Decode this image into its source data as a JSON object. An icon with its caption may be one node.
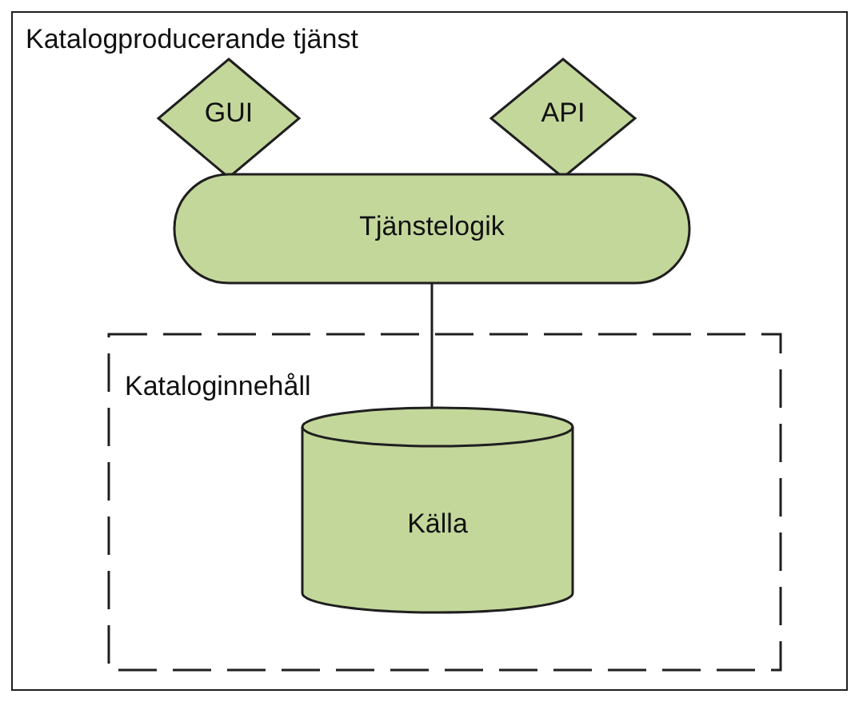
{
  "diagram": {
    "nodes": [
      {
        "text": [
          "Katalogproducerande tjänst"
        ]
      },
      {
        "text": [
          "GUI"
        ],
        "in": 0
      },
      {
        "text": [
          "API"
        ],
        "in": 0
      },
      {
        "text": [
          "Tjänstelogik"
        ],
        "in": 0
      },
      {
        "text": [
          "Kataloginnehåll"
        ],
        "in": 0
      },
      {
        "text": [
          "Källa"
        ],
        "in": 4
      }
    ],
    "edges": [
      {
        "from": 3,
        "to": 5,
        "arrow": "none"
      }
    ]
  }
}
